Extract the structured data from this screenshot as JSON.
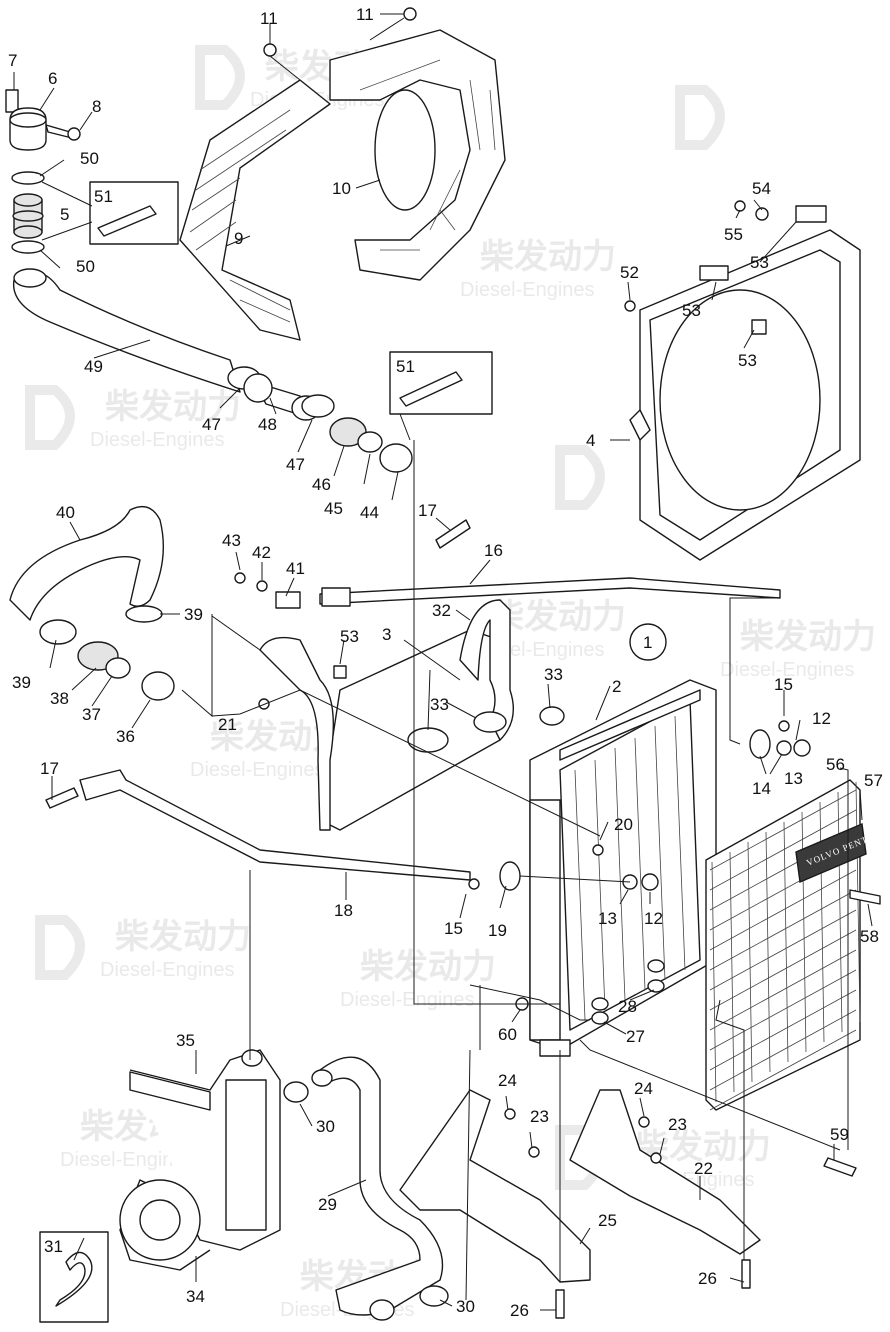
{
  "watermark": {
    "zh": "柴发动力",
    "en": "Diesel-Engines"
  },
  "circle_label": "1",
  "kit_label": "51",
  "badge_text": "VOLVO PENTA",
  "callouts": [
    {
      "id": "c7",
      "text": "7"
    },
    {
      "id": "c6",
      "text": "6"
    },
    {
      "id": "c8",
      "text": "8"
    },
    {
      "id": "c11a",
      "text": "11"
    },
    {
      "id": "c11b",
      "text": "11"
    },
    {
      "id": "c50a",
      "text": "50"
    },
    {
      "id": "c5",
      "text": "5"
    },
    {
      "id": "c50b",
      "text": "50"
    },
    {
      "id": "c10",
      "text": "10"
    },
    {
      "id": "c9",
      "text": "9"
    },
    {
      "id": "c49",
      "text": "49"
    },
    {
      "id": "c47a",
      "text": "47"
    },
    {
      "id": "c48",
      "text": "48"
    },
    {
      "id": "c47b",
      "text": "47"
    },
    {
      "id": "c46",
      "text": "46"
    },
    {
      "id": "c45",
      "text": "45"
    },
    {
      "id": "c44",
      "text": "44"
    },
    {
      "id": "c51b",
      "text": "51"
    },
    {
      "id": "c54",
      "text": "54"
    },
    {
      "id": "c55",
      "text": "55"
    },
    {
      "id": "c53a",
      "text": "53"
    },
    {
      "id": "c52",
      "text": "52"
    },
    {
      "id": "c53b",
      "text": "53"
    },
    {
      "id": "c53c",
      "text": "53"
    },
    {
      "id": "c4",
      "text": "4"
    },
    {
      "id": "c40",
      "text": "40"
    },
    {
      "id": "c17a",
      "text": "17"
    },
    {
      "id": "c16",
      "text": "16"
    },
    {
      "id": "c43",
      "text": "43"
    },
    {
      "id": "c42",
      "text": "42"
    },
    {
      "id": "c41",
      "text": "41"
    },
    {
      "id": "c39a",
      "text": "39"
    },
    {
      "id": "c39b",
      "text": "39"
    },
    {
      "id": "c32",
      "text": "32"
    },
    {
      "id": "c3",
      "text": "3"
    },
    {
      "id": "c53d",
      "text": "53"
    },
    {
      "id": "c38",
      "text": "38"
    },
    {
      "id": "c37",
      "text": "37"
    },
    {
      "id": "c36",
      "text": "36"
    },
    {
      "id": "c21",
      "text": "21"
    },
    {
      "id": "c33a",
      "text": "33"
    },
    {
      "id": "c33b",
      "text": "33"
    },
    {
      "id": "c2",
      "text": "2"
    },
    {
      "id": "c15a",
      "text": "15"
    },
    {
      "id": "c12a",
      "text": "12"
    },
    {
      "id": "c14",
      "text": "14"
    },
    {
      "id": "c13a",
      "text": "13"
    },
    {
      "id": "c17b",
      "text": "17"
    },
    {
      "id": "c56",
      "text": "56"
    },
    {
      "id": "c57",
      "text": "57"
    },
    {
      "id": "c20",
      "text": "20"
    },
    {
      "id": "c18",
      "text": "18"
    },
    {
      "id": "c15b",
      "text": "15"
    },
    {
      "id": "c19",
      "text": "19"
    },
    {
      "id": "c13b",
      "text": "13"
    },
    {
      "id": "c12b",
      "text": "12"
    },
    {
      "id": "c58",
      "text": "58"
    },
    {
      "id": "c28",
      "text": "28"
    },
    {
      "id": "c60",
      "text": "60"
    },
    {
      "id": "c27",
      "text": "27"
    },
    {
      "id": "c35",
      "text": "35"
    },
    {
      "id": "c24a",
      "text": "24"
    },
    {
      "id": "c24b",
      "text": "24"
    },
    {
      "id": "c23a",
      "text": "23"
    },
    {
      "id": "c23b",
      "text": "23"
    },
    {
      "id": "c30a",
      "text": "30"
    },
    {
      "id": "c59",
      "text": "59"
    },
    {
      "id": "c22",
      "text": "22"
    },
    {
      "id": "c29",
      "text": "29"
    },
    {
      "id": "c25",
      "text": "25"
    },
    {
      "id": "c31",
      "text": "31"
    },
    {
      "id": "c34",
      "text": "34"
    },
    {
      "id": "c26a",
      "text": "26"
    },
    {
      "id": "c30b",
      "text": "30"
    },
    {
      "id": "c26b",
      "text": "26"
    }
  ]
}
